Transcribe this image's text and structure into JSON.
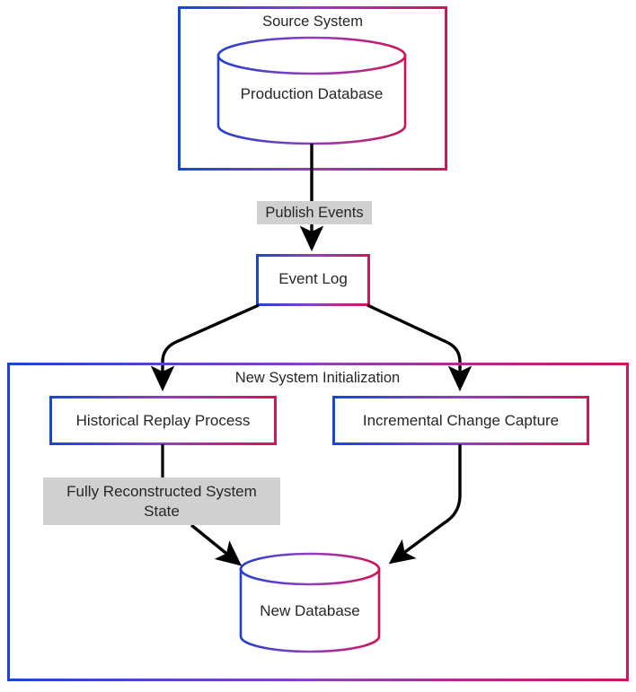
{
  "diagram": {
    "title": "Event-sourced system initialization flow",
    "type": "flowchart",
    "background": "#ffffff",
    "colors": {
      "gradient_start": "#1a46d8",
      "gradient_mid": "#9040c0",
      "gradient_end": "#d2145a",
      "arrow": "#000000",
      "label_fill": "#d0d0d0",
      "text": "#262626",
      "node_fill": "#ffffff"
    },
    "groups": [
      {
        "id": "source-system",
        "label": "Source System"
      },
      {
        "id": "new-system-initialization",
        "label": "New System Initialization"
      }
    ],
    "nodes": [
      {
        "id": "production-database",
        "label": "Production Database",
        "shape": "cylinder"
      },
      {
        "id": "event-log",
        "label": "Event Log",
        "shape": "rectangle"
      },
      {
        "id": "historical-replay-process",
        "label": "Historical Replay Process",
        "shape": "rectangle"
      },
      {
        "id": "incremental-change-capture",
        "label": "Incremental Change Capture",
        "shape": "rectangle"
      },
      {
        "id": "fully-reconstructed-system-state",
        "label": "Fully Reconstructed System State",
        "shape": "note"
      },
      {
        "id": "new-database",
        "label": "New Database",
        "shape": "cylinder"
      }
    ],
    "edges": [
      {
        "from": "production-database",
        "to": "event-log",
        "label": "Publish Events"
      },
      {
        "from": "event-log",
        "to": "historical-replay-process",
        "label": ""
      },
      {
        "from": "event-log",
        "to": "incremental-change-capture",
        "label": ""
      },
      {
        "from": "historical-replay-process",
        "to": "fully-reconstructed-system-state",
        "label": ""
      },
      {
        "from": "fully-reconstructed-system-state",
        "to": "new-database",
        "label": ""
      },
      {
        "from": "incremental-change-capture",
        "to": "new-database",
        "label": ""
      }
    ],
    "edge_labels": [
      {
        "id": "publish-events",
        "text": "Publish Events"
      }
    ]
  }
}
